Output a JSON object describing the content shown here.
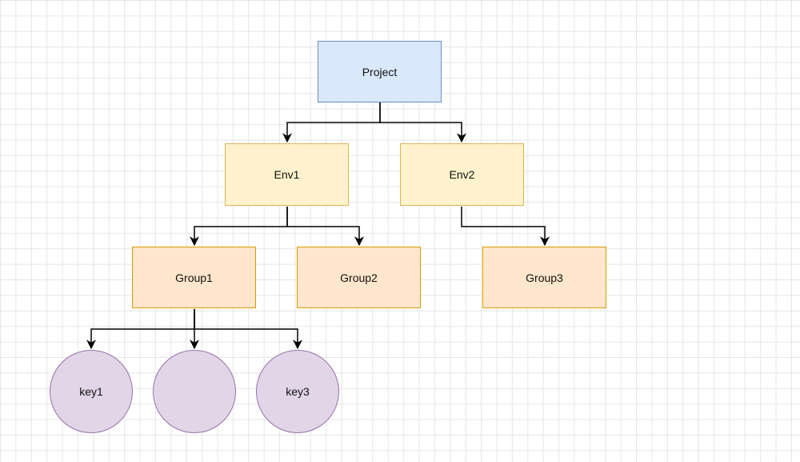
{
  "colors": {
    "project_fill": "#dae8fc",
    "project_stroke": "#6c8ebf",
    "env_fill": "#fff2cc",
    "env_stroke": "#d6b656",
    "group_fill": "#ffe6cc",
    "group_stroke": "#d79b00",
    "key_fill": "#e1d5e7",
    "key_stroke": "#9673a6",
    "edge": "#000000"
  },
  "nodes": {
    "project": {
      "label": "Project"
    },
    "env1": {
      "label": "Env1"
    },
    "env2": {
      "label": "Env2"
    },
    "group1": {
      "label": "Group1"
    },
    "group2": {
      "label": "Group2"
    },
    "group3": {
      "label": "Group3"
    },
    "key1": {
      "label": "key1"
    },
    "key2": {
      "label": ""
    },
    "key3": {
      "label": "key3"
    }
  },
  "edges": [
    {
      "from": "project",
      "to": "env1"
    },
    {
      "from": "project",
      "to": "env2"
    },
    {
      "from": "env1",
      "to": "group1"
    },
    {
      "from": "env1",
      "to": "group2"
    },
    {
      "from": "env2",
      "to": "group3"
    },
    {
      "from": "group1",
      "to": "key1"
    },
    {
      "from": "group1",
      "to": "key2"
    },
    {
      "from": "group1",
      "to": "key3"
    }
  ]
}
